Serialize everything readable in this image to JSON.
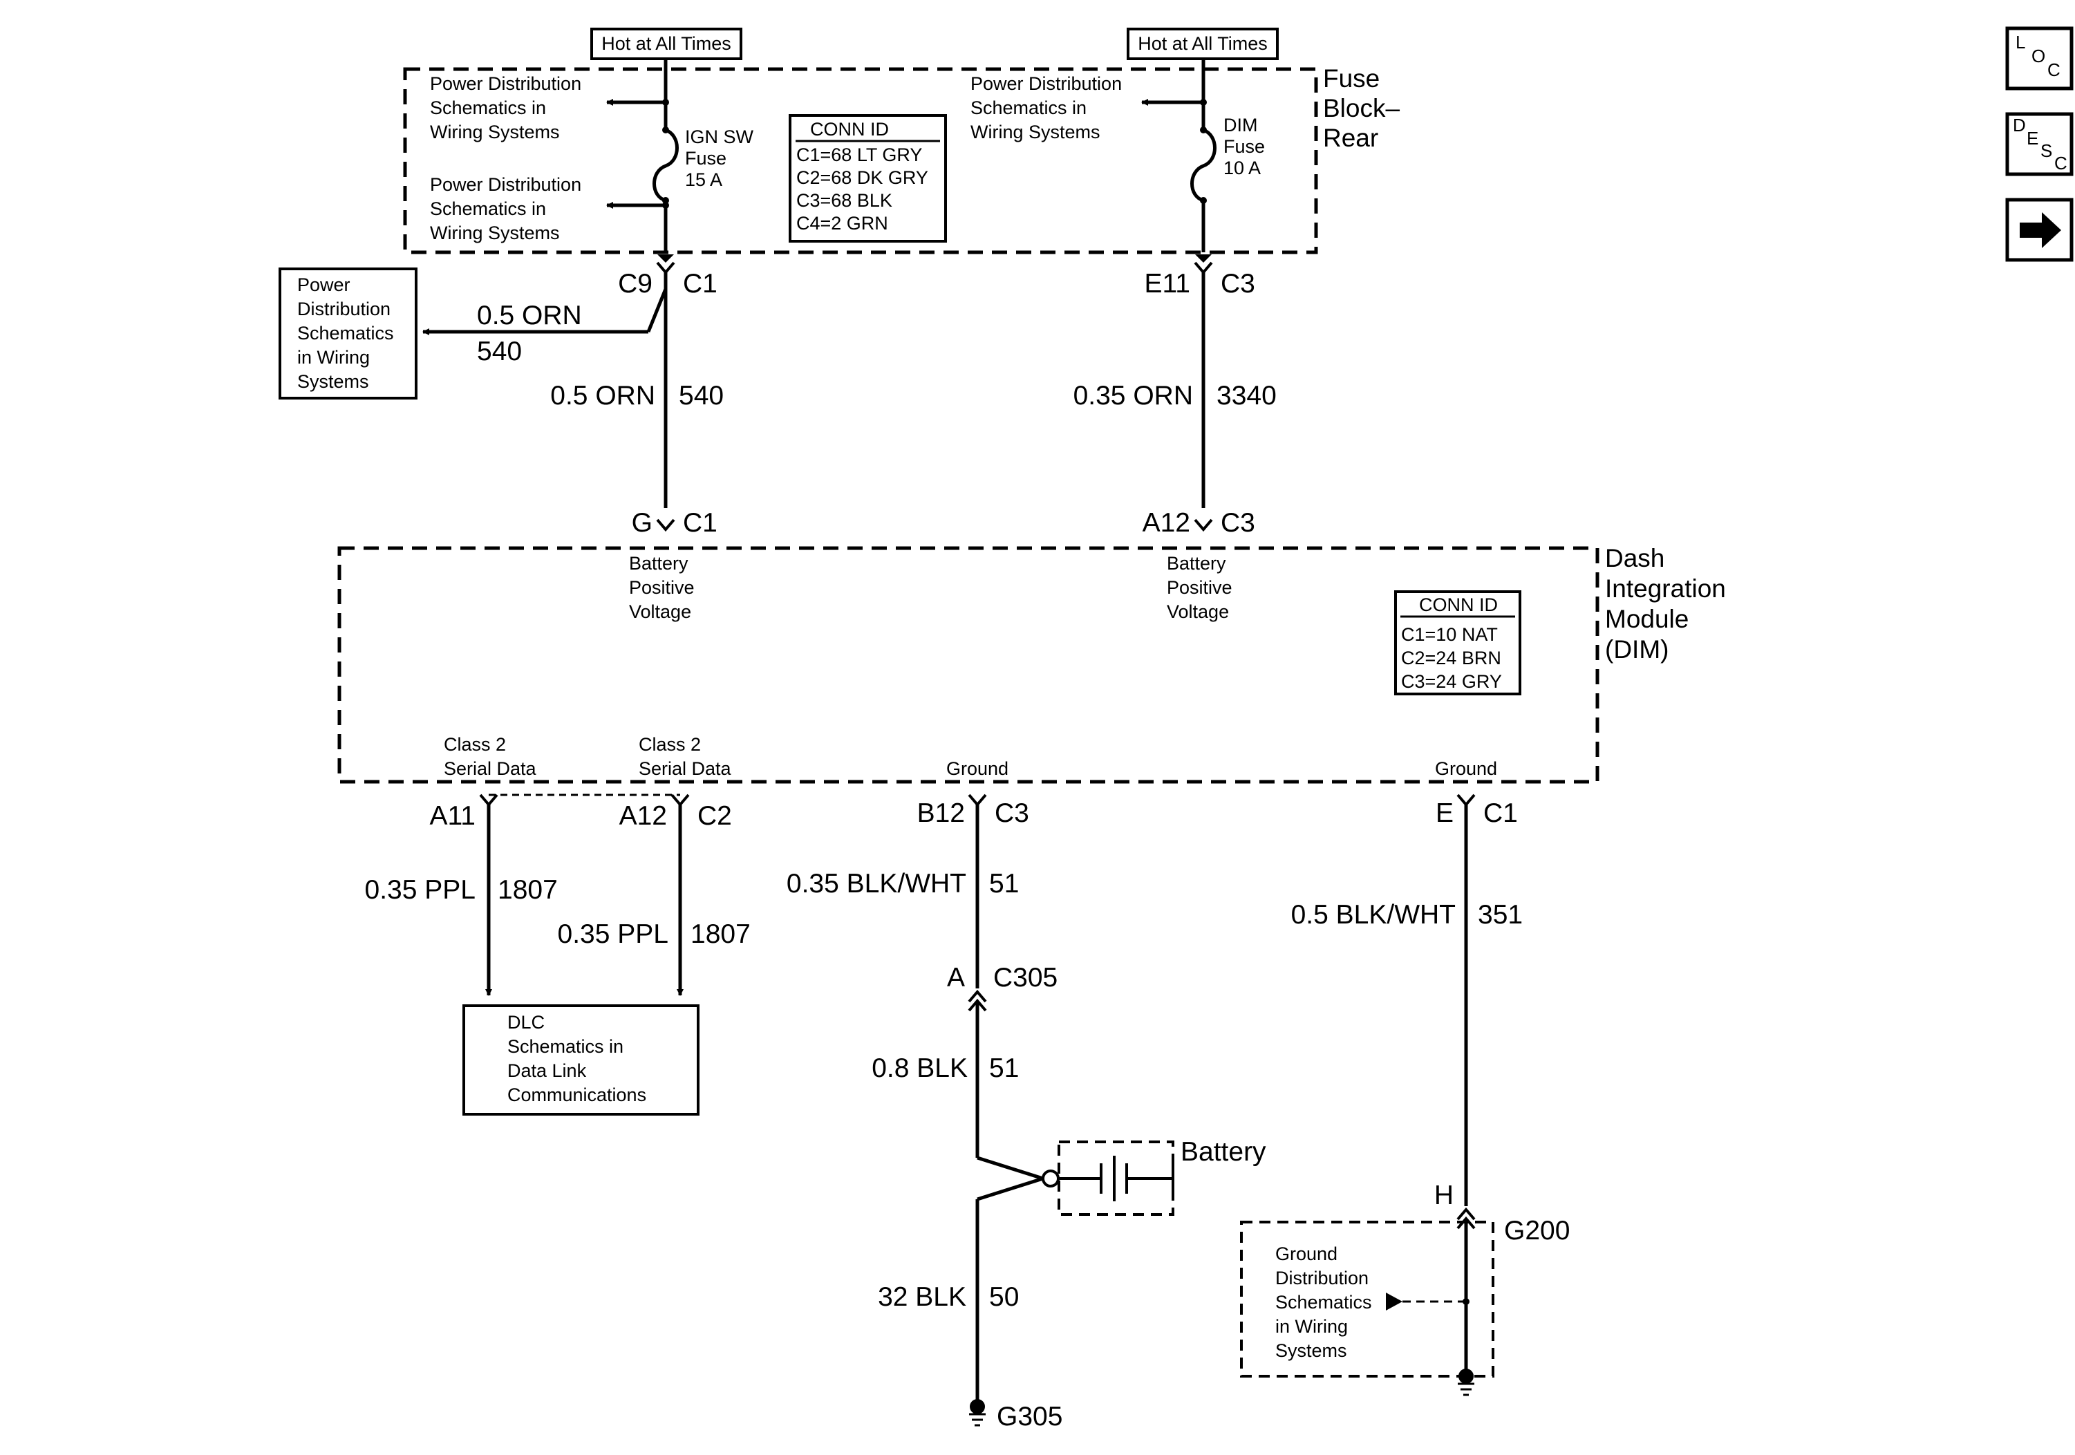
{
  "hot_labels": {
    "left": "Hot at All Times",
    "right": "Hot at All Times"
  },
  "fuse_block": {
    "title": [
      "Fuse",
      "Block–",
      "Rear"
    ],
    "pd_top_left": [
      "Power Distribution",
      "Schematics in",
      "Wiring Systems"
    ],
    "pd_mid_left": [
      "Power Distribution",
      "Schematics in",
      "Wiring Systems"
    ],
    "pd_top_right": [
      "Power Distribution",
      "Schematics in",
      "Wiring Systems"
    ],
    "ign_fuse": [
      "IGN SW",
      "Fuse",
      "15 A"
    ],
    "dim_fuse": [
      "DIM",
      "Fuse",
      "10 A"
    ],
    "conn_id": {
      "title": "CONN ID",
      "rows": [
        "C1=68 LT GRY",
        "C2=68 DK GRY",
        "C3=68 BLK",
        "C4=2 GRN"
      ]
    }
  },
  "pd_box_left": [
    "Power",
    "Distribution",
    "Schematics",
    "in Wiring",
    "Systems"
  ],
  "connectors": {
    "c9": "C9",
    "c9_conn": "C1",
    "e11": "E11",
    "e11_conn": "C3",
    "g": "G",
    "g_conn": "C1",
    "a12_top": "A12",
    "a12_top_conn": "C3",
    "a11": "A11",
    "a12_bot": "A12",
    "a12_bot_conn": "C2",
    "b12": "B12",
    "b12_conn": "C3",
    "e": "E",
    "e_conn": "C1",
    "a": "A",
    "c305": "C305",
    "h": "H",
    "g200": "G200",
    "g305": "G305"
  },
  "wires": {
    "branch_orn": "0.5 ORN",
    "branch_540": "540",
    "orn_540_gauge": "0.5 ORN",
    "orn_540_circuit": "540",
    "orn_3340_gauge": "0.35 ORN",
    "orn_3340_circuit": "3340",
    "ppl1_gauge": "0.35 PPL",
    "ppl1_circuit": "1807",
    "ppl2_gauge": "0.35 PPL",
    "ppl2_circuit": "1807",
    "blkwht51_gauge": "0.35 BLK/WHT",
    "blkwht51_circuit": "51",
    "blkwht351_gauge": "0.5 BLK/WHT",
    "blkwht351_circuit": "351",
    "blk51_gauge": "0.8 BLK",
    "blk51_circuit": "51",
    "blk50_gauge": "32 BLK",
    "blk50_circuit": "50"
  },
  "dim_module": {
    "title": [
      "Dash",
      "Integration",
      "Module",
      "(DIM)"
    ],
    "bpv_left": [
      "Battery",
      "Positive",
      "Voltage"
    ],
    "bpv_right": [
      "Battery",
      "Positive",
      "Voltage"
    ],
    "class2_left": [
      "Class 2",
      "Serial Data"
    ],
    "class2_right": [
      "Class 2",
      "Serial Data"
    ],
    "ground_left": "Ground",
    "ground_right": "Ground",
    "conn_id": {
      "title": "CONN ID",
      "rows": [
        "C1=10 NAT",
        "C2=24 BRN",
        "C3=24 GRY"
      ]
    }
  },
  "dlc_box": [
    "DLC",
    "Schematics in",
    "Data Link",
    "Communications"
  ],
  "battery_label": "Battery",
  "ground_dist_box": [
    "Ground",
    "Distribution",
    "Schematics",
    "in Wiring",
    "Systems"
  ],
  "nav": {
    "loc": [
      "L",
      "O",
      "C"
    ],
    "desc": [
      "D",
      "E",
      "S",
      "C"
    ],
    "next_icon": "right-arrow-icon"
  }
}
